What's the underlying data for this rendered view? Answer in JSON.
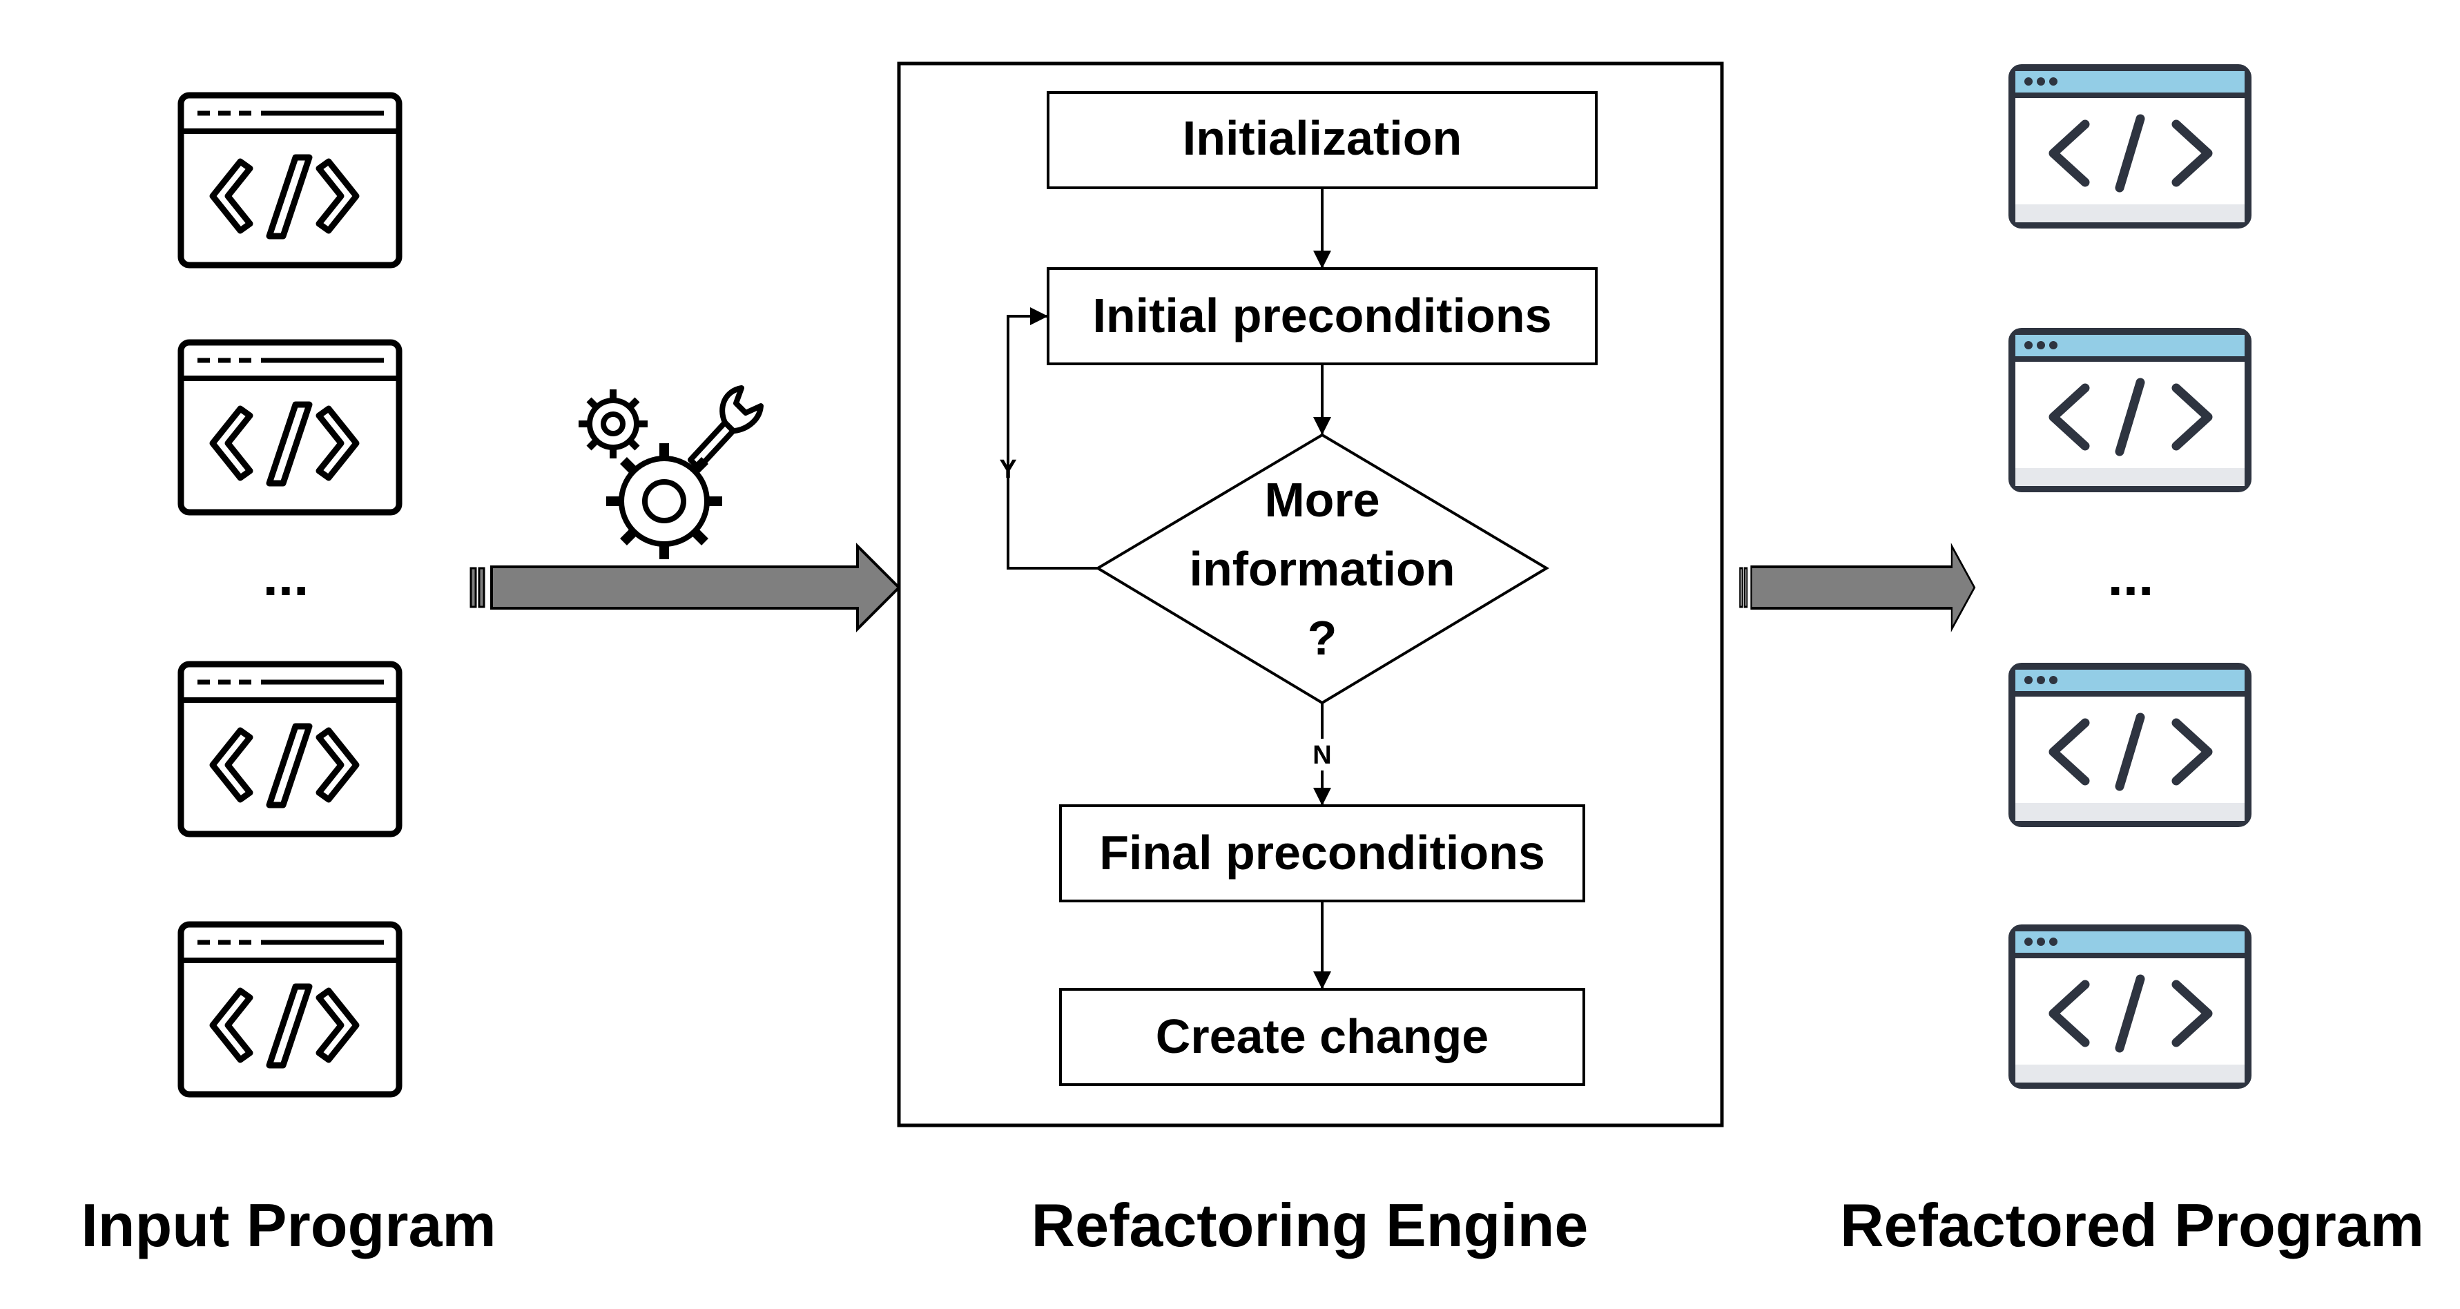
{
  "captions": {
    "input": "Input Program",
    "engine": "Refactoring Engine",
    "output": "Refactored Program"
  },
  "flow": {
    "step1": "Initialization",
    "step2": "Initial preconditions",
    "decision_line1": "More",
    "decision_line2": "information",
    "decision_line3": "?",
    "yes_label": "Y",
    "no_label": "N",
    "step3": "Final preconditions",
    "step4": "Create change"
  },
  "ellipsis": {
    "input": "...",
    "output": "..."
  },
  "icons": {
    "input_file": "code-window-icon",
    "output_file": "code-window-icon",
    "tools": "gears-wrench-icon",
    "arrow": "block-arrow-icon"
  },
  "colors": {
    "stroke": "#000000",
    "arrow_fill": "#7f7f7f",
    "output_header": "#93cde6",
    "output_stroke": "#2e3440",
    "output_footer": "#e6e8ec"
  }
}
